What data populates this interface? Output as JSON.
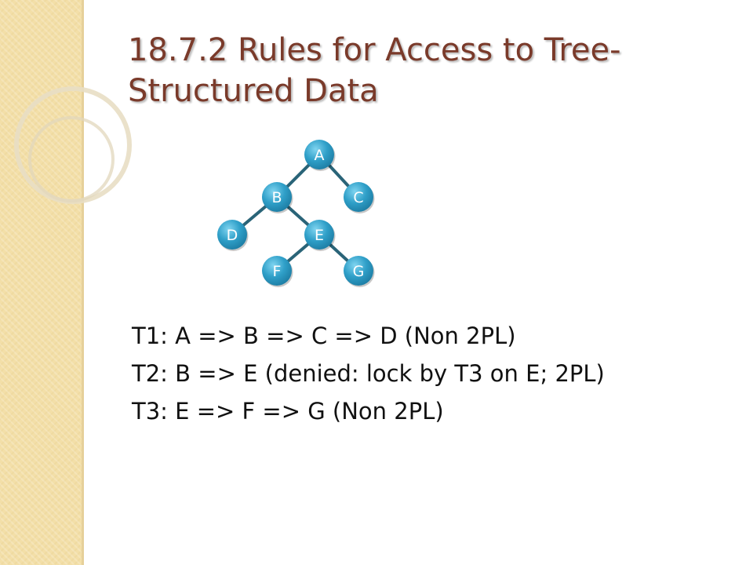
{
  "title": "18.7.2 Rules for Access to Tree-Structured Data",
  "tree": {
    "nodes": [
      {
        "id": "A",
        "label": "A"
      },
      {
        "id": "B",
        "label": "B"
      },
      {
        "id": "C",
        "label": "C"
      },
      {
        "id": "D",
        "label": "D"
      },
      {
        "id": "E",
        "label": "E"
      },
      {
        "id": "F",
        "label": "F"
      },
      {
        "id": "G",
        "label": "G"
      }
    ],
    "edges": [
      {
        "from": "A",
        "to": "B"
      },
      {
        "from": "A",
        "to": "C"
      },
      {
        "from": "B",
        "to": "D"
      },
      {
        "from": "B",
        "to": "E"
      },
      {
        "from": "E",
        "to": "F"
      },
      {
        "from": "E",
        "to": "G"
      }
    ],
    "colors": {
      "edge": "#2a6478",
      "node": "#2f9fc8",
      "node_dark": "#1e7fa6",
      "node_light": "#7fd4f0"
    }
  },
  "lines": [
    "T1: A => B => C => D (Non 2PL)",
    "T2: B => E (denied: lock by T3 on E; 2PL)",
    "T3: E => F => G (Non 2PL)"
  ],
  "colors": {
    "title": "#7a3a2a",
    "band": "#f3dfa8"
  }
}
